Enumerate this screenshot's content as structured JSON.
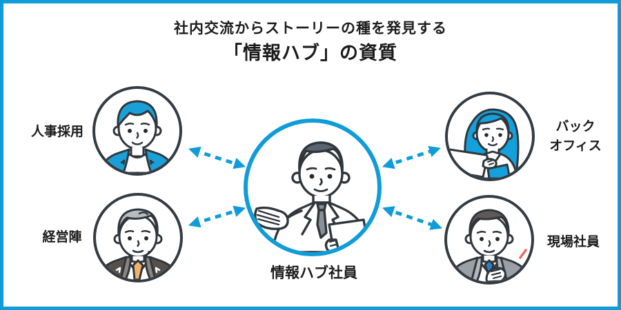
{
  "title": {
    "line1": "社内交流からストーリーの種を発見する",
    "line2": "「情報ハブ」の資質"
  },
  "center": {
    "id": "information-hub-employee",
    "label": "情報ハブ社員",
    "avatar": "man-in-white-coat-holding-document"
  },
  "nodes": [
    {
      "id": "hr-recruiting",
      "label": "人事採用",
      "position": "top-left",
      "avatar": "blue-haired-young-employee"
    },
    {
      "id": "management",
      "label": "経営陣",
      "position": "bottom-left",
      "avatar": "gray-haired-executive-orange-tie"
    },
    {
      "id": "back-office",
      "label_line1": "バック",
      "label_line2": "オフィス",
      "position": "top-right",
      "avatar": "blue-haired-woman-at-laptop"
    },
    {
      "id": "field-staff",
      "label": "現場社員",
      "position": "bottom-right",
      "avatar": "gray-suit-employee-hand-on-chest"
    }
  ],
  "connections": [
    {
      "from": "information-hub-employee",
      "to": "hr-recruiting",
      "style": "dashed-double-headed-arrow"
    },
    {
      "from": "information-hub-employee",
      "to": "management",
      "style": "dashed-double-headed-arrow"
    },
    {
      "from": "information-hub-employee",
      "to": "back-office",
      "style": "dashed-double-headed-arrow"
    },
    {
      "from": "information-hub-employee",
      "to": "field-staff",
      "style": "dashed-double-headed-arrow"
    }
  ],
  "colors": {
    "accent_blue": "#0f9cd8",
    "ring_dark": "#333b43",
    "outline": "#2f363c",
    "suit_dark": "#57504a",
    "suit_gray": "#9aa0a5",
    "hair_gray": "#b9bcbe",
    "hair_slate": "#5b6470",
    "hair_dark": "#5d5a58",
    "tie_orange": "#f2b169",
    "tie_blue": "#2e7fc0",
    "tie_gray": "#8a9098",
    "emphasis_red": "#f0685c",
    "text": "#1b1b1b"
  }
}
